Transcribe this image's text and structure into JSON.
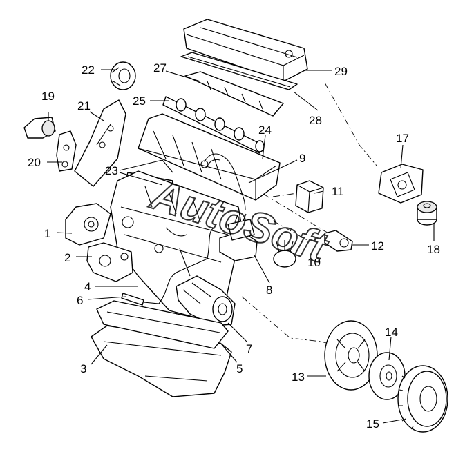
{
  "callouts": [
    {
      "id": "1",
      "label": "1"
    },
    {
      "id": "2",
      "label": "2"
    },
    {
      "id": "3",
      "label": "3"
    },
    {
      "id": "4",
      "label": "4"
    },
    {
      "id": "5",
      "label": "5"
    },
    {
      "id": "6",
      "label": "6"
    },
    {
      "id": "7",
      "label": "7"
    },
    {
      "id": "8",
      "label": "8"
    },
    {
      "id": "9",
      "label": "9"
    },
    {
      "id": "10",
      "label": "10"
    },
    {
      "id": "11",
      "label": "11"
    },
    {
      "id": "12",
      "label": "12"
    },
    {
      "id": "13",
      "label": "13"
    },
    {
      "id": "14",
      "label": "14"
    },
    {
      "id": "15",
      "label": "15"
    },
    {
      "id": "17",
      "label": "17"
    },
    {
      "id": "18",
      "label": "18"
    },
    {
      "id": "19",
      "label": "19"
    },
    {
      "id": "20",
      "label": "20"
    },
    {
      "id": "21",
      "label": "21"
    },
    {
      "id": "22",
      "label": "22"
    },
    {
      "id": "23",
      "label": "23"
    },
    {
      "id": "24",
      "label": "24"
    },
    {
      "id": "25",
      "label": "25"
    },
    {
      "id": "27",
      "label": "27"
    },
    {
      "id": "28",
      "label": "28"
    },
    {
      "id": "29",
      "label": "29"
    }
  ],
  "watermark": {
    "text": "AutoSoft"
  }
}
